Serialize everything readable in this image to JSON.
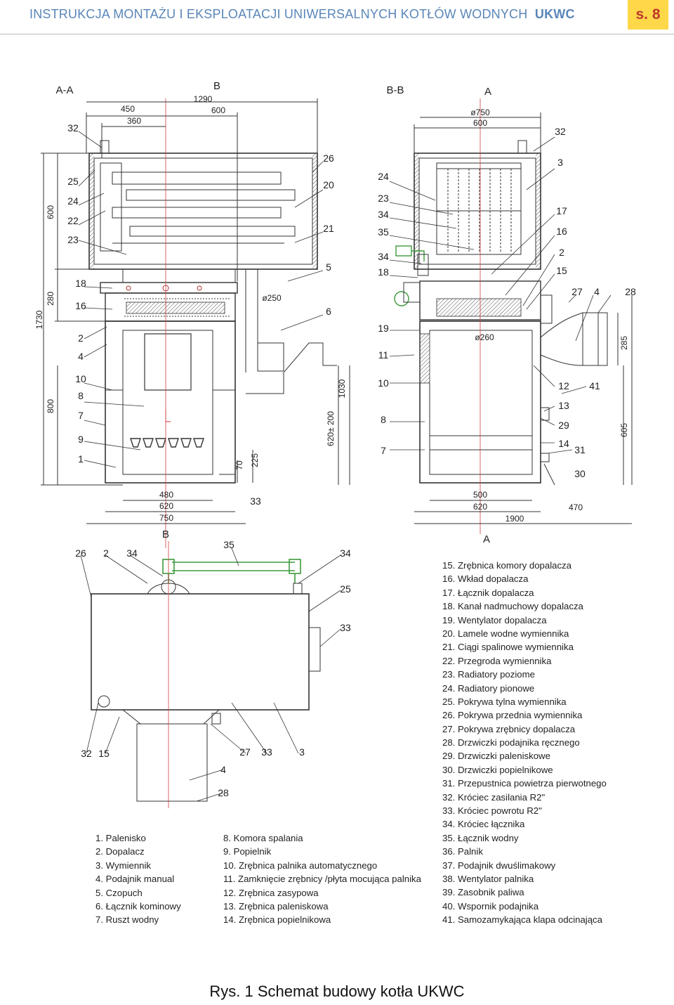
{
  "header": {
    "title": "INSTRUKCJA MONTAŻU I EKSPLOATACJI UNIWERSALNYCH KOTŁÓW WODNYCH",
    "brand": "UKWC",
    "page": "s. 8"
  },
  "views": {
    "aa": {
      "name": "A-A",
      "section_b": "B",
      "dims": [
        "1290",
        "600",
        "450",
        "360",
        "600",
        "280",
        "1730",
        "800",
        "480",
        "620",
        "750",
        "70",
        "225",
        "ø250",
        "620± 200",
        "1030"
      ]
    },
    "bb": {
      "name": "B-B",
      "section_a": "A",
      "dims": [
        "ø750",
        "600",
        "ø260",
        "500",
        "620",
        "1900",
        "470",
        "285",
        "605"
      ]
    }
  },
  "callouts": {
    "aa_left": [
      "32",
      "25",
      "24",
      "22",
      "23",
      "18",
      "16",
      "2",
      "4",
      "10",
      "8",
      "7",
      "9",
      "1"
    ],
    "aa_right": [
      "26",
      "20",
      "21",
      "5",
      "6",
      "33"
    ],
    "bb_left": [
      "24",
      "23",
      "34",
      "35",
      "34",
      "18",
      "19",
      "11",
      "10",
      "8",
      "7"
    ],
    "bb_right": [
      "32",
      "3",
      "17",
      "16",
      "2",
      "15",
      "27",
      "4",
      "28",
      "12",
      "41",
      "13",
      "29",
      "14",
      "31",
      "30"
    ],
    "top_view": [
      "26",
      "2",
      "34",
      "35",
      "34",
      "25",
      "33",
      "32",
      "15",
      "27",
      "33",
      "3",
      "4",
      "28"
    ]
  },
  "legend_col1": [
    "1.  Palenisko",
    "2.  Dopalacz",
    "3.  Wymiennik",
    "4.  Podajnik manual",
    "5.  Czopuch",
    "6.  Łącznik kominowy",
    "7.  Ruszt wodny"
  ],
  "legend_col2": [
    "8.  Komora spalania",
    "9.  Popielnik",
    "10.  Zrębnica palnika automatycznego",
    "11.  Zamknięcie zrębnicy /płyta mocująca palnika",
    "12.  Zrębnica zasypowa",
    "13.  Zrębnica paleniskowa",
    "14.  Zrębnica popielnikowa"
  ],
  "legend_col3": [
    "15.  Zrębnica komory dopalacza",
    "16.  Wkład dopalacza",
    "17.  Łącznik dopalacza",
    "18.  Kanał nadmuchowy dopalacza",
    "19.  Wentylator dopalacza",
    "20.  Lamele wodne wymiennika",
    "21.  Ciągi spalinowe wymiennika",
    "22.  Przegroda wymiennika",
    "23.  Radiatory poziome",
    "24.  Radiatory pionowe",
    "25.  Pokrywa tylna wymiennika",
    "26.  Pokrywa przednia wymiennika",
    "27.  Pokrywa zrębnicy dopalacza",
    "28.  Drzwiczki podajnika ręcznego",
    "29.  Drzwiczki paleniskowe",
    "30.  Drzwiczki popielnikowe",
    "31.  Przepustnica powietrza pierwotnego",
    "32.  Króciec zasilania R2\"",
    "33.  Króciec powrotu R2\"",
    "34.  Króciec łącznika",
    "35.  Łącznik wodny",
    "36.  Palnik",
    "37.  Podajnik dwuślimakowy",
    "38.  Wentylator palnika",
    "39.  Zasobnik paliwa",
    "40.  Wspornik podajnika",
    "41.  Samozamykająca klapa odcinająca"
  ],
  "caption": "Rys. 1 Schemat budowy kotła UKWC",
  "colors": {
    "header": "#5a86b8",
    "page_bg": "#ffd84a",
    "page_text": "#c0392b",
    "accent_green": "#3c9a3c",
    "axis_red": "#d04040"
  }
}
